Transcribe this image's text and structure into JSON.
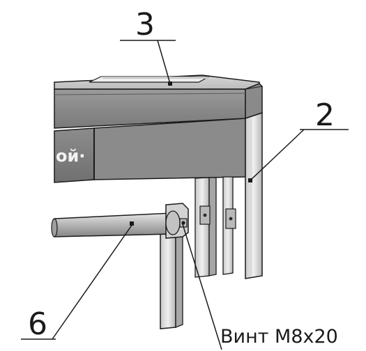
{
  "callouts": {
    "item_3": "3",
    "item_2": "2",
    "item_6": "6",
    "screw": "Винт М8х20"
  },
  "panel_label": "ой·",
  "colors": {
    "background": "#ffffff",
    "line": "#1a1a1a",
    "steel_light": "#dcdcdc",
    "steel_mid": "#a9a9a9",
    "steel_dark": "#6e6e6e"
  }
}
